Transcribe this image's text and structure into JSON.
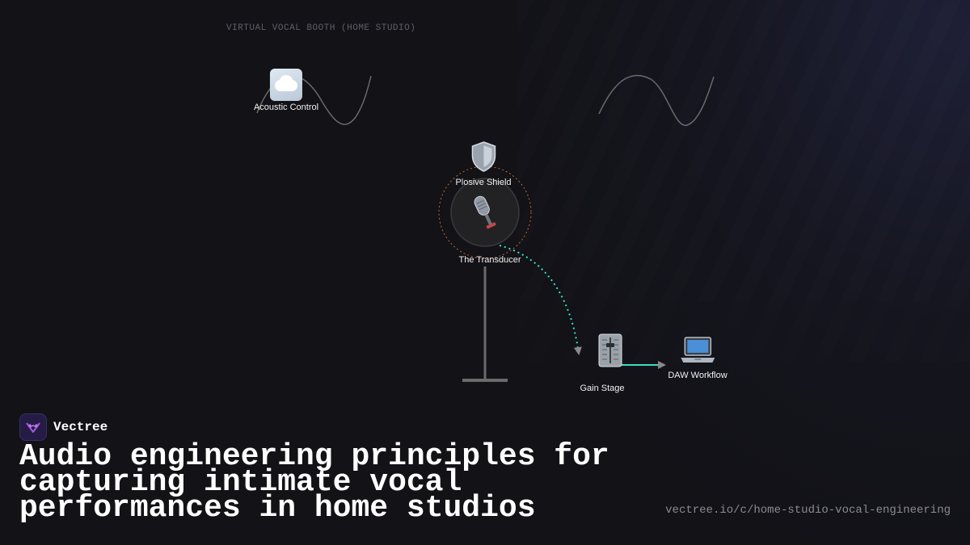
{
  "diagram": {
    "title": "VIRTUAL VOCAL BOOTH (HOME STUDIO)",
    "nodes": {
      "acoustic_control": {
        "label": "Acoustic Control",
        "icon": "cloud-icon"
      },
      "plosive_shield": {
        "label": "Plosive Shield",
        "icon": "shield-icon"
      },
      "transducer": {
        "label": "The Transducer",
        "icon": "microphone-icon"
      },
      "gain_stage": {
        "label": "Gain Stage",
        "icon": "fader-icon"
      },
      "daw_workflow": {
        "label": "DAW Workflow",
        "icon": "laptop-icon"
      }
    },
    "colors": {
      "signal": "#35e0c5",
      "pickup_ring": "#c56a2a",
      "wave": "#6a6a6a",
      "stand": "#6b6b6b"
    }
  },
  "brand": {
    "name": "Vectree"
  },
  "headline": "Audio engineering principles for capturing intimate vocal performances in home studios",
  "url": "vectree.io/c/home-studio-vocal-engineering"
}
